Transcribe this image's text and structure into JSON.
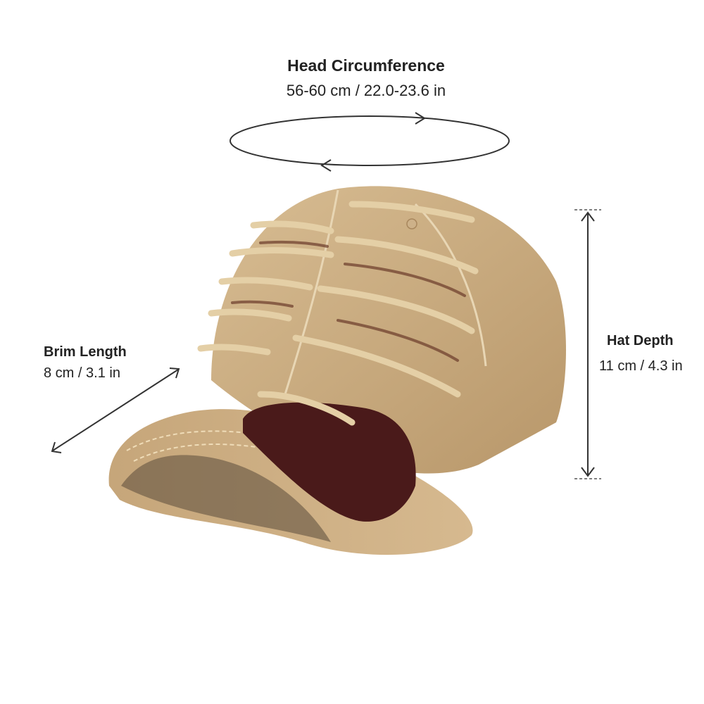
{
  "measurements": {
    "head_circumference": {
      "title": "Head Circumference",
      "value": "56-60 cm / 22.0-23.6 in"
    },
    "brim_length": {
      "title": "Brim Length",
      "value": "8 cm / 3.1 in"
    },
    "hat_depth": {
      "title": "Hat Depth",
      "value": "11 cm / 4.3 in"
    }
  },
  "icons": {
    "circumference": "ellipse-arrows-icon",
    "brim": "double-arrow-diagonal-icon",
    "depth": "double-arrow-vertical-icon"
  },
  "colors": {
    "text": "#222222",
    "line": "#333333",
    "hat_khaki": "#c9a97a",
    "hat_inner": "#4a1a1a"
  }
}
